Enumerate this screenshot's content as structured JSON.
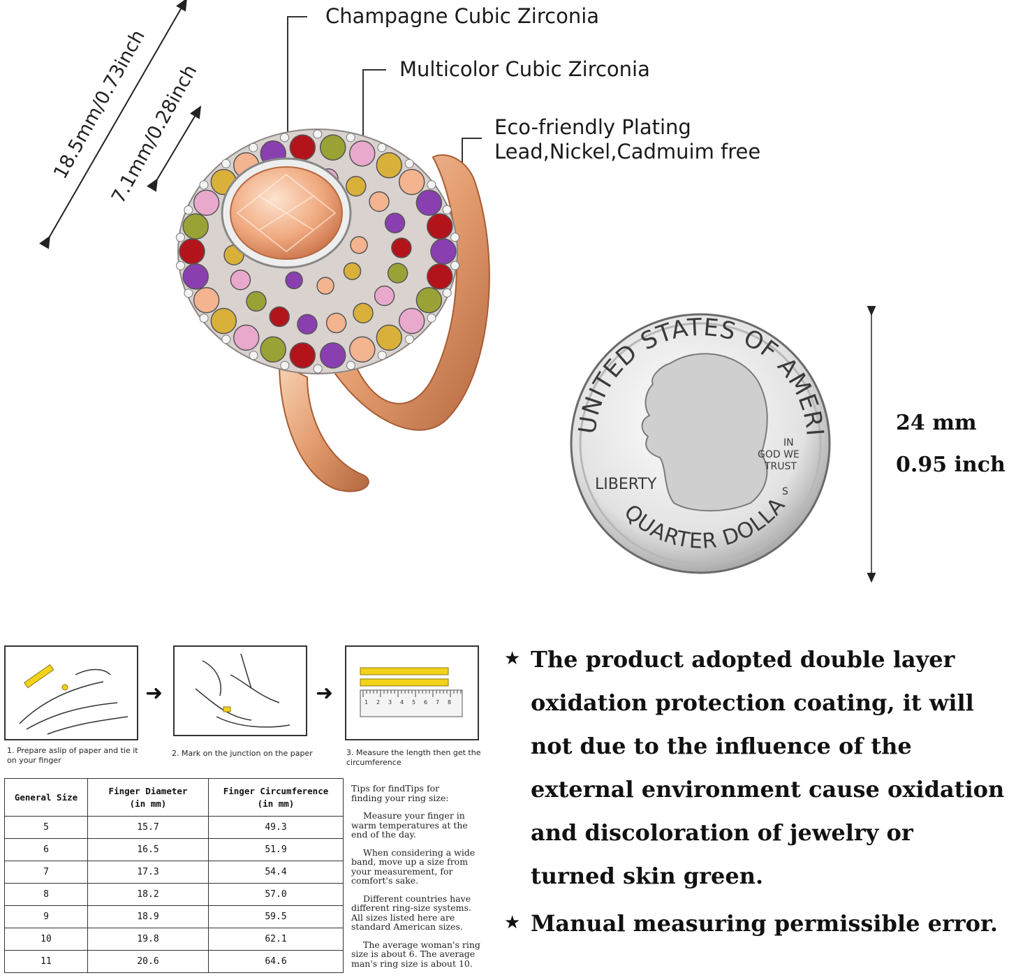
{
  "callouts": {
    "champagne": "Champagne Cubic Zirconia",
    "multicolor": "Multicolor Cubic Zirconia",
    "plating_line1": "Eco-friendly Plating",
    "plating_line2": "Lead,Nickel,Cadmuim free"
  },
  "dimensions": {
    "length": "18.5mm/0.73inch",
    "width": "7.1mm/0.28inch"
  },
  "coin": {
    "size_mm": "24 mm",
    "size_inch": "0.95 inch",
    "rim_text": "UNITED STATES OF AMERICA",
    "motto": [
      "IN",
      "GOD WE",
      "TRUST"
    ],
    "liberty": "LIBERTY",
    "denomination": "QUARTER DOLLAR",
    "mint_mark": "S"
  },
  "steps": [
    {
      "caption_line1": "1. Prepare aslip of paper and tie it",
      "caption_line2": "on your finger"
    },
    {
      "caption_line1": "2. Mark on the junction on the paper",
      "caption_line2": ""
    },
    {
      "caption_line1": "3. Measure the length then get the",
      "caption_line2": "circumference"
    }
  ],
  "ruler_numbers": [
    "1",
    "2",
    "3",
    "4",
    "5",
    "6",
    "7",
    "8"
  ],
  "size_table": {
    "headers": [
      [
        "General Size",
        ""
      ],
      [
        "Finger Diameter",
        "(in mm)"
      ],
      [
        "Finger Circumference",
        "(in mm)"
      ]
    ],
    "rows": [
      [
        "5",
        "15.7",
        "49.3"
      ],
      [
        "6",
        "16.5",
        "51.9"
      ],
      [
        "7",
        "17.3",
        "54.4"
      ],
      [
        "8",
        "18.2",
        "57.0"
      ],
      [
        "9",
        "18.9",
        "59.5"
      ],
      [
        "10",
        "19.8",
        "62.1"
      ],
      [
        "11",
        "20.6",
        "64.6"
      ]
    ]
  },
  "tips": {
    "title": [
      "Tips for findTips for",
      "finding your ring size:"
    ],
    "items": [
      [
        "Measure your finger in",
        "warm temperatures at the",
        "end of the day."
      ],
      [
        "When considering a wide",
        "band, move up a size from",
        "your measurement, for",
        "comfort's sake."
      ],
      [
        "Different countries have",
        "different ring-size systems.",
        "All sizes listed here are",
        "standard American sizes."
      ],
      [
        "The average woman's ring",
        "size is about 6. The average",
        "man's ring size is about 10."
      ]
    ]
  },
  "notes": {
    "note1_lines": [
      "The product adopted double layer",
      "oxidation protection coating, it will",
      "not due to the influence of the",
      "external environment cause oxidation",
      "and discoloration of jewelry or",
      "turned skin green."
    ],
    "note2": "Manual measuring permissible error."
  },
  "colors": {
    "gold": "#e8b48a",
    "champagne": "#f3b48f",
    "amethyst": "#8a3fb0",
    "garnet": "#b3141c",
    "peridot": "#9aa236",
    "pink": "#e9a9cc",
    "citrine": "#d9b13a"
  }
}
